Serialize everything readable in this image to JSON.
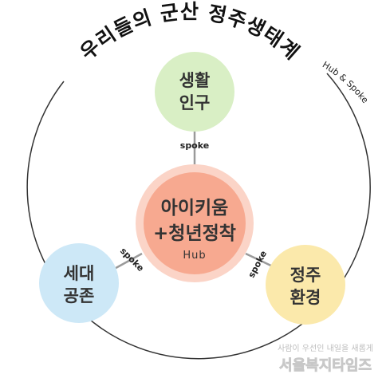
{
  "title": "우리들의 군산 정주생태계",
  "subtitle": "Hub & Spoke",
  "hub": {
    "line1": "아이키움",
    "line2": "+청년정착",
    "tag": "Hub"
  },
  "spokes": {
    "top": {
      "line1": "생활",
      "line2": "인구",
      "label": "spoke"
    },
    "left": {
      "line1": "세대",
      "line2": "공존",
      "label": "spoke"
    },
    "right": {
      "line1": "정주",
      "line2": "환경",
      "label": "spoke"
    }
  },
  "watermark": {
    "small": "사람이 우선인 내일을 새롭게",
    "big": "서울복지타임즈"
  },
  "colors": {
    "hub_outer": "#fbd4c7",
    "hub_inner": "#f7a990",
    "top": "#d9efc5",
    "left": "#cde8f7",
    "right": "#fbe9ab",
    "connector": "#9a9a9a",
    "outer_ring": "#333333"
  }
}
